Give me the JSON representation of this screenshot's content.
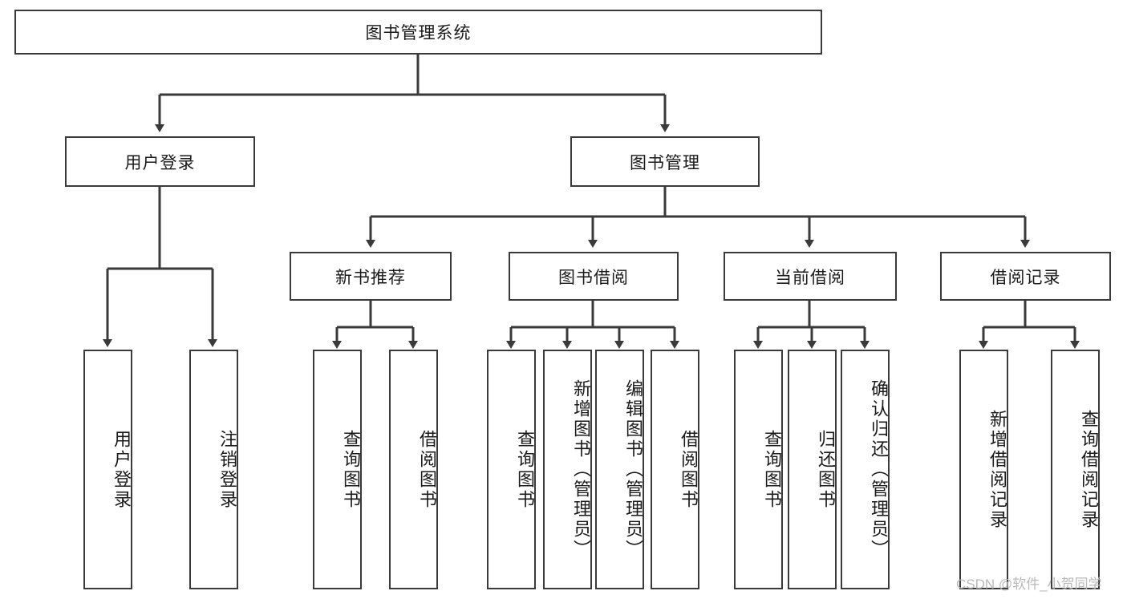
{
  "diagram": {
    "type": "tree-hierarchy",
    "title": "图书管理系统",
    "watermark": "CSDN @软件_小贺同学",
    "colors": {
      "box_border": "#3a3a3a",
      "box_fill": "#ffffff",
      "connector": "#3a3a3a",
      "text": "#1a1a1a",
      "watermark": "#b9b9b9",
      "background": "#ffffff"
    },
    "root": {
      "label": "图书管理系统"
    },
    "level1": [
      {
        "label": "用户登录"
      },
      {
        "label": "图书管理"
      }
    ],
    "level2": [
      {
        "label": "新书推荐"
      },
      {
        "label": "图书借阅"
      },
      {
        "label": "当前借阅"
      },
      {
        "label": "借阅记录"
      }
    ],
    "leaves": {
      "user_login": [
        {
          "label": "用户登录"
        },
        {
          "label": "注销登录"
        }
      ],
      "new_book_recommend": [
        {
          "label": "查询图书"
        },
        {
          "label": "借阅图书"
        }
      ],
      "book_borrow": [
        {
          "label": "查询图书"
        },
        {
          "label": "新增图书（管理员）"
        },
        {
          "label": "编辑图书（管理员）"
        },
        {
          "label": "借阅图书"
        }
      ],
      "current_borrow": [
        {
          "label": "查询图书"
        },
        {
          "label": "归还图书"
        },
        {
          "label": "确认归还（管理员）"
        }
      ],
      "borrow_record": [
        {
          "label": "新增借阅记录"
        },
        {
          "label": "查询借阅记录"
        }
      ]
    }
  }
}
